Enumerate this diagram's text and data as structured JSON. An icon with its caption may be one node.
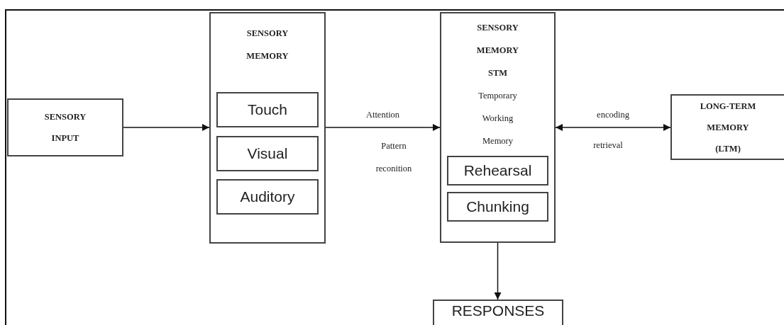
{
  "diagram": {
    "nodes": [
      {
        "text": [
          "SENSORY INPUT"
        ]
      },
      {
        "text": [
          "SENSORY MEMORY"
        ]
      },
      {
        "text": [
          "Touch"
        ],
        "in": 1
      },
      {
        "text": [
          "Visual"
        ],
        "in": 1
      },
      {
        "text": [
          "Auditory"
        ],
        "in": 1
      },
      {
        "text": [
          "SENSORY MEMORY STM",
          "Temporary Working Memory"
        ]
      },
      {
        "text": [
          "Rehearsal"
        ],
        "in": 5
      },
      {
        "text": [
          "Chunking"
        ],
        "in": 5
      },
      {
        "text": [
          "LONG-TERM MEMORY (LTM)"
        ]
      },
      {
        "text": [
          "RESPONSES"
        ]
      }
    ],
    "edges": [
      {
        "from": 0,
        "to": 1,
        "arrow": "to"
      },
      {
        "from": 1,
        "to": 5,
        "arrow": "to",
        "label": "Attention"
      },
      {
        "from": 5,
        "to": 8,
        "arrow": "both",
        "label": "encoding"
      },
      {
        "from": 5,
        "to": 9,
        "arrow": "to"
      }
    ],
    "labels": [
      "Pattern reconition",
      "retrieval"
    ]
  }
}
